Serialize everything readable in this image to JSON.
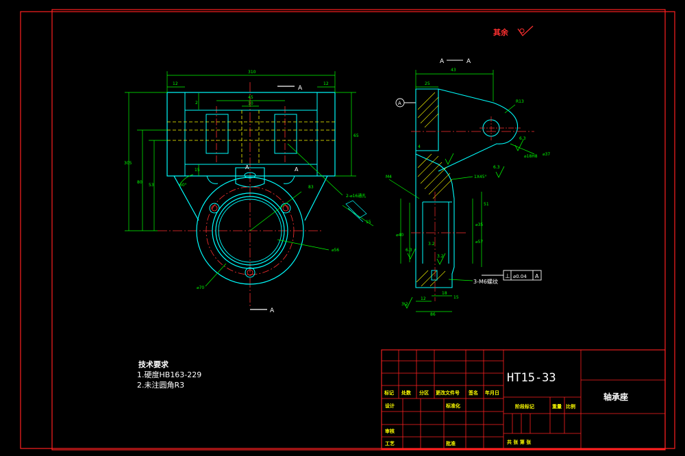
{
  "colors": {
    "background": "#000000",
    "frame": "#ff2020",
    "outline": "#00ffff",
    "dimension": "#00ff00",
    "center": "#ff3030",
    "hidden": "#ffff00",
    "text": "#ffffff",
    "hatch": "#ffff00"
  },
  "roughness": {
    "label": "其余"
  },
  "front_view": {
    "dims": {
      "overall_width": "310",
      "left_flange": "12",
      "right_flange": "12",
      "slot_width": "45",
      "slot_inner": "10",
      "top_small": "2",
      "right_height": "65",
      "total_height": "305",
      "h2": "80",
      "h3": "53",
      "h4": "15",
      "bore_dia": "⌀56",
      "outer_dia": "⌀70",
      "side_dim": "83",
      "hole_note": "2-⌀16通孔",
      "detail_dim": "15",
      "angle": "60°"
    },
    "section_mark_right": "A",
    "section_mark_top": "A",
    "section_mark_bottom": "A",
    "section_mark_left": "A"
  },
  "side_view": {
    "section_title_left": "A",
    "section_title_right": "A",
    "datum": "A",
    "dims": {
      "top_width": "43",
      "neck": "25",
      "radius": "R13",
      "rough1": "6.3",
      "rough2": "6.3",
      "rough3": "6.3",
      "rough4": "3.2",
      "rough5": "3.2",
      "rough6": "3.2",
      "bore": "⌀37",
      "bore_tol": "⌀18H8",
      "chamfer": "1X45°",
      "thread": "M4",
      "height_a": "⌀40",
      "height_b": "⌀57",
      "height_c": "⌀35",
      "right_h": "51",
      "bottom_w1": "18",
      "bottom_w2": "86",
      "bottom_w3": "12",
      "small_h": "15",
      "screw_note": "3-M6螺纹",
      "side_small": "4"
    },
    "tolerance": {
      "symbol": "⊥",
      "value": "⌀0.04",
      "datum": "A"
    }
  },
  "tech_requirements": {
    "title": "技术要求",
    "lines": [
      "1.硬度HB163-229",
      "2.未注圆角R3"
    ]
  },
  "title_block": {
    "drawing_number": "HT15-33",
    "part_name": "轴承座",
    "headers": [
      "标记",
      "处数",
      "分区",
      "更改文件号",
      "签名",
      "年月日"
    ],
    "design": "设计",
    "standardization": "标准化",
    "review": "审核",
    "process": "工艺",
    "approve": "批准",
    "stage_mark": "阶段标记",
    "weight": "重量",
    "scale": "比例",
    "sheets": "共  张 第  张"
  }
}
